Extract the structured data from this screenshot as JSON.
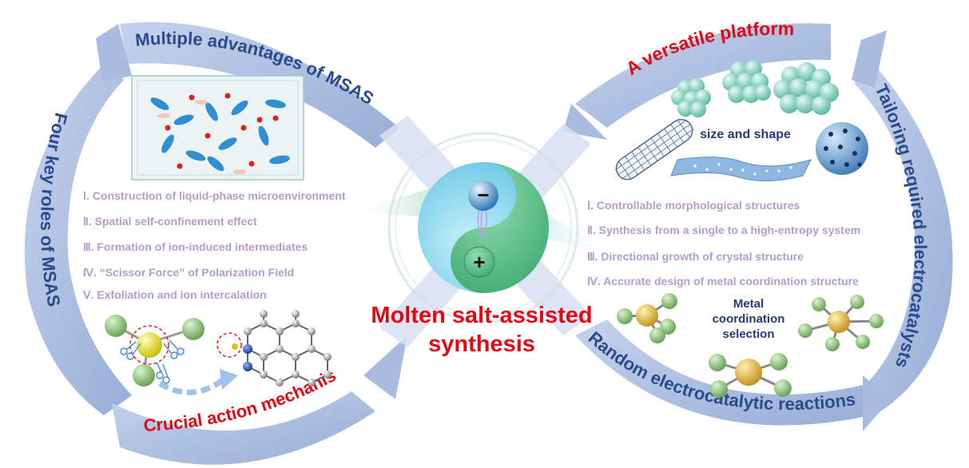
{
  "center": {
    "title_line1": "Molten salt-assisted",
    "title_line2": "synthesis",
    "minus_symbol": "−",
    "plus_symbol": "+"
  },
  "arcs": {
    "top_left": "Multiple advantages of MSAS",
    "left": "Four key roles of MSAS",
    "bottom_left": "Crucial action mechanism",
    "top_right": "A versatile platform",
    "right": "Tailoring required electrocatalysts",
    "bottom_right": "Random electrocatalytic reactions"
  },
  "left_list": [
    "Ⅰ. Construction of liquid-phase microenvironment",
    "Ⅱ. Spatial self-confinement effect",
    "Ⅲ. Formation of ion-induced intermediates",
    "Ⅳ. “Scissor Force” of Polarization Field",
    "Ⅴ. Exfoliation and ion intercalation"
  ],
  "right_list": [
    "Ⅰ. Controllable morphological structures",
    "Ⅱ. Synthesis from a single to a high-entropy system",
    "Ⅲ. Directional growth of crystal structure",
    "Ⅳ. Accurate design of metal coordination structure"
  ],
  "labels": {
    "size_shape": "size and shape",
    "coordination_line1": "Metal",
    "coordination_line2": "coordination",
    "coordination_line3": "selection"
  },
  "colors": {
    "arc": "#aebfe0",
    "arc_text": "#2b4a8e",
    "highlight_text": "#e30613",
    "list_text": "#b59bd0",
    "yin": "#5bc08a",
    "yang": "#7fd3ea"
  }
}
